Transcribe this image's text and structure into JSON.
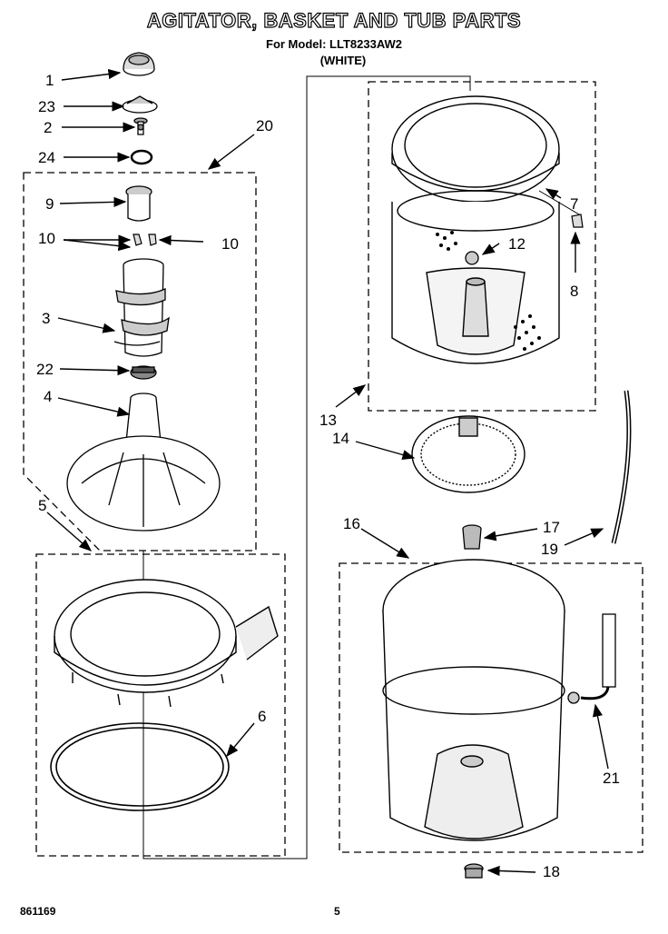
{
  "title": "AGITATOR, BASKET AND TUB PARTS",
  "model_line": "For Model: LLT8233AW2",
  "color_line": "(WHITE)",
  "callouts": {
    "c1": "1",
    "c23": "23",
    "c2": "2",
    "c24": "24",
    "c20": "20",
    "c9": "9",
    "c10a": "10",
    "c10b": "10",
    "c3": "3",
    "c22": "22",
    "c4": "4",
    "c5": "5",
    "c6": "6",
    "c7": "7",
    "c8": "8",
    "c12": "12",
    "c13": "13",
    "c14": "14",
    "c16": "16",
    "c17": "17",
    "c19": "19",
    "c21": "21",
    "c18": "18"
  },
  "footer": {
    "code": "861169",
    "page": "5"
  }
}
